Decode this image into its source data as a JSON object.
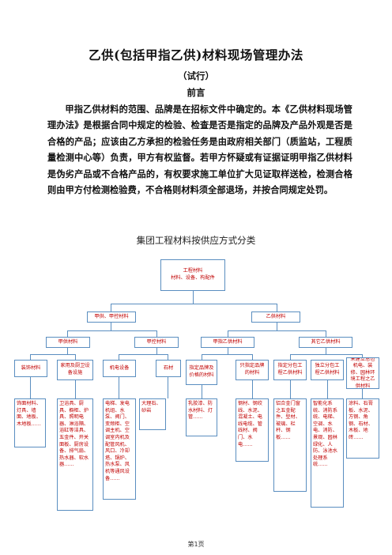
{
  "doc": {
    "title": "乙供(包括甲指乙供)材料现场管理办法",
    "subtitle": "（试行）",
    "preface_heading": "前言",
    "paragraph": "甲指乙供材料的范围、品牌是在招标文件中确定的。本《乙供材料现场管理办法》是根据合同中规定的检验、检查是否是指定的品牌及产品外观是否是合格的产品；应该由乙方承担的检验任务是由政府相关部门（质监站，工程质量检测中心等）负责，甲方有权监督。若甲方怀疑或有证据证明甲指乙供材料是伪劣产品或不合格产品的，有权要求施工单位扩大见证取样送检，检测合格则由甲方付检测检验费，不合格则材料须全部退场，并按合同规定处罚。",
    "chart_title": "集团工程材料按供应方式分类",
    "footer": "第1页"
  },
  "chart": {
    "root": "工程材料\n材料、设备、构配件",
    "level1": [
      "甲供、甲控材料",
      "乙供材料"
    ],
    "level2": [
      "甲供材料",
      "甲控材料",
      "甲指乙供材料",
      "其它乙供材料"
    ],
    "level3": [
      "装饰材料",
      "家用及厨卫设备设施",
      "机电设备",
      "石材",
      "指定品牌及价格的材料",
      "只指定品牌的材料",
      "指定分包工程乙供材料",
      "独立分包工程乙供材料",
      "未建立总包机电、装修、园林环境工程之乙供材料"
    ],
    "level4": [
      "饰面材料、灯具、墙面、地板、木地板……",
      "卫浴具、厨具、橱柜、炉具、照明电器、淋浴隔、浴缸等洁具、五金件、开关面板、厨房设备、排气扇、热水器、软水器……",
      "电梯、发电机组、水泵、阀门、变频柜、空调主机、空调室内机及配管风机、风口、冷却塔、锅炉、热水泵、风机等通风设备……",
      "大理石、砂岩",
      "乳胶漆、防水材料、灯管……",
      "钢材、钢绞线、水泥、混凝土、电线电缆、管线材、阀门、水电……",
      "铝合金门窗之五金配件、型材、玻璃、栏杆、钢板……",
      "智能化系统、消防系统、电梯、空调、水电、消防、景观、园林绿化、人防、泳池水处理系统……",
      "涂料、石膏板、水泥、方钢、角钢、石材、木板、地砖……"
    ]
  }
}
